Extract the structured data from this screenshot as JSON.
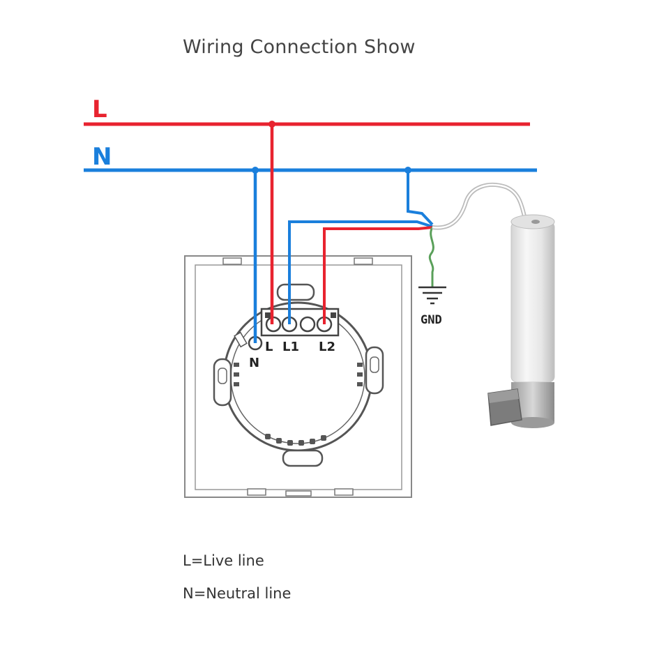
{
  "title": "Wiring Connection Show",
  "lines": {
    "live_label": "L",
    "neutral_label": "N"
  },
  "terminals": {
    "n": "N",
    "l": "L",
    "l1": "L1",
    "l2": "L2"
  },
  "ground_label": "GND",
  "legend": {
    "live": "L=Live line",
    "neutral": "N=Neutral line"
  },
  "colors": {
    "live": "#e8232f",
    "neutral": "#1a7fdc",
    "ground": "#5aa05a"
  }
}
